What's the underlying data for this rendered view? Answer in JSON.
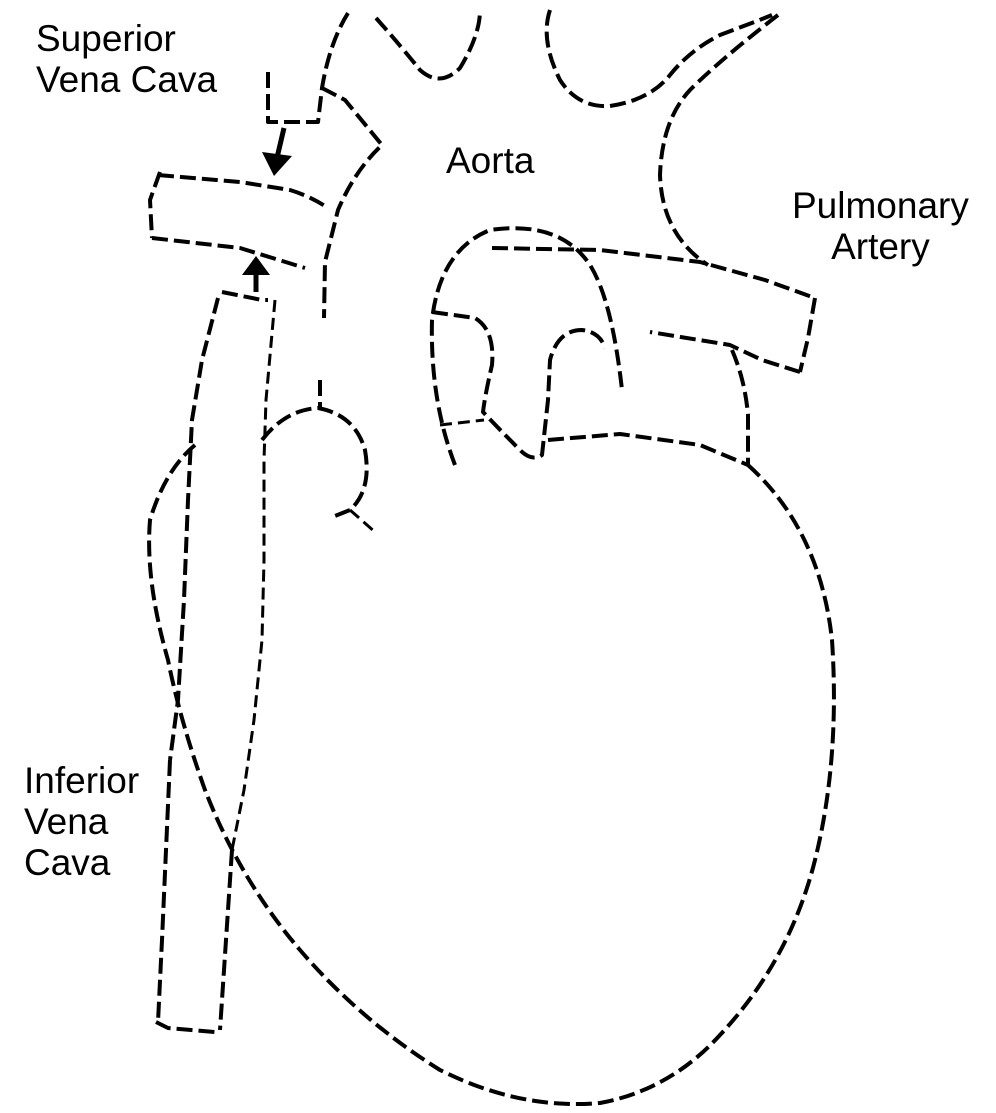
{
  "labels": {
    "superior_vena_cava": [
      "Superior",
      "Vena Cava"
    ],
    "aorta": "Aorta",
    "pulmonary_artery": [
      "Pulmonary",
      "Artery"
    ],
    "inferior_vena_cava": [
      "Inferior",
      "Vena",
      "Cava"
    ]
  },
  "colors": {
    "line": "#000000",
    "background": "#ffffff"
  }
}
